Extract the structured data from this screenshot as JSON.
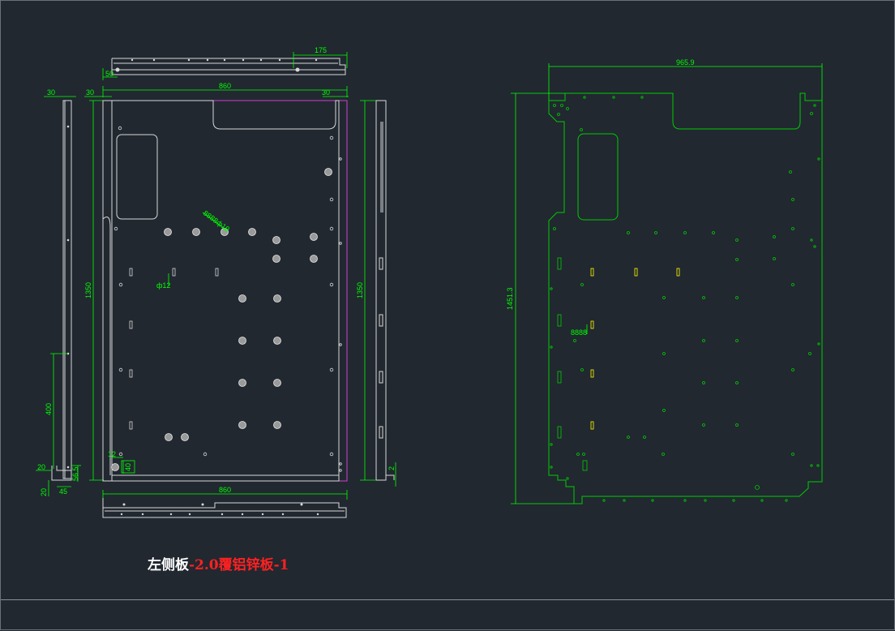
{
  "title": {
    "prefix": "左侧板",
    "suffix": "-2.0覆铝锌板-1"
  },
  "colors": {
    "background": "#212830",
    "line_white": "#d8d8d8",
    "dimension_green": "#00ff00",
    "outline_green": "#00cc00",
    "boundary_magenta": "#d040d0",
    "slot_yellow": "#ffff00",
    "title_red": "#ff2020"
  },
  "dimensions": {
    "top_flange_length": "175",
    "top_flange_offset": "50",
    "panel_width_top": "860",
    "left_margin": "30",
    "left_margin_inner": "30",
    "right_margin": "30",
    "panel_height_left": "1350",
    "panel_height_right": "1350",
    "side_strip_height": "400",
    "bottom_small_a": "20",
    "bottom_small_b": "20",
    "bottom_small_c": "45",
    "bottom_small_d": "56.5",
    "corner_small_a": "12",
    "corner_small_b": "40",
    "right_strip_small": "2",
    "panel_width_bottom": "860",
    "unfold_width": "965.9",
    "unfold_height": "1451.3",
    "oblique_label": "8888ф19",
    "small_label_left": "ф12",
    "small_label_right": "8888"
  }
}
